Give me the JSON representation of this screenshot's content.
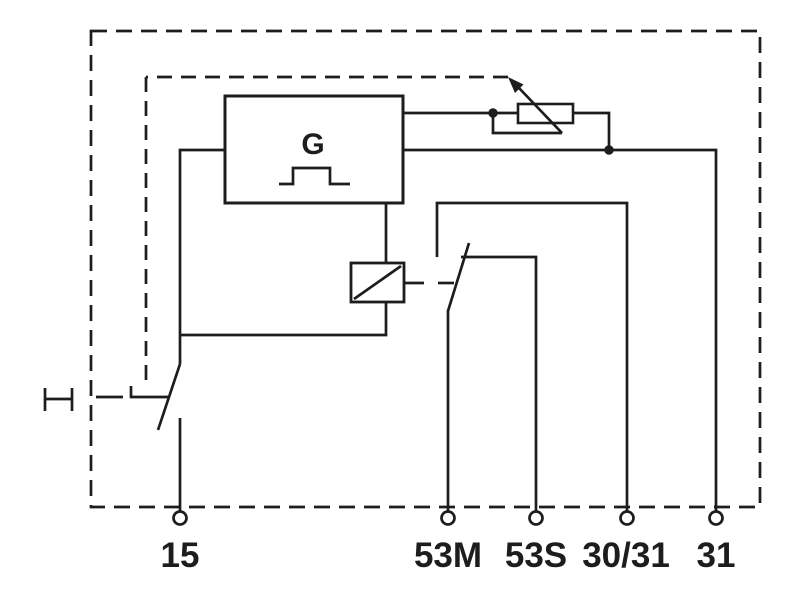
{
  "diagram": {
    "kind": "relay-wiring-schematic",
    "generator_label": "G",
    "terminals": [
      {
        "label": "15"
      },
      {
        "label": "53M"
      },
      {
        "label": "53S"
      },
      {
        "label": "30/31"
      },
      {
        "label": "31"
      }
    ],
    "colors": {
      "line": "#1d1d1b",
      "background": "#ffffff"
    }
  }
}
